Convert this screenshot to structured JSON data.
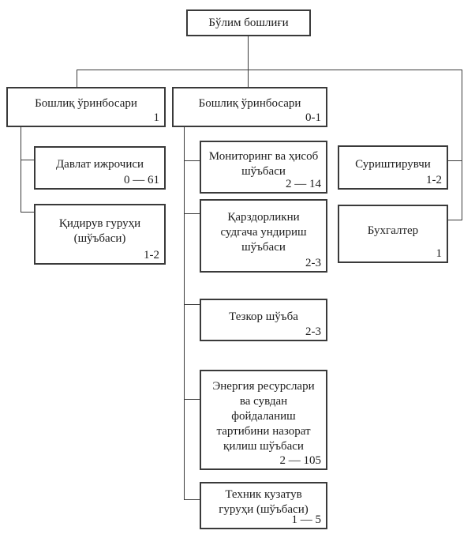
{
  "diagram": {
    "type": "org-chart",
    "background_color": "#ffffff",
    "line_color": "#3a3a3a",
    "nodes": [
      {
        "id": "top",
        "label": "Бўлим бошлиғи",
        "count": ""
      },
      {
        "id": "left-deputy",
        "label": "Бошлиқ ўринбосари",
        "count": "1"
      },
      {
        "id": "mid-deputy",
        "label": "Бошлиқ ўринбосари",
        "count": "0-1"
      },
      {
        "id": "davlat",
        "label": "Давлат ижрочиси",
        "count": "0 — 61"
      },
      {
        "id": "qidiruv",
        "label": "Қидирув гуруҳи (шўъбаси)",
        "count": "1-2"
      },
      {
        "id": "monitoring",
        "label": "Мониторинг ва ҳисоб шўъбаси",
        "count": "2 — 14"
      },
      {
        "id": "surishtiruvchi",
        "label": "Суриштирувчи",
        "count": "1-2"
      },
      {
        "id": "buxgalter",
        "label": "Бухгалтер",
        "count": "1"
      },
      {
        "id": "qarzdorlik",
        "label": "Қарздорликни судгача ундириш шўъбаси",
        "count": "2-3"
      },
      {
        "id": "tezkor",
        "label": "Тезкор шўъба",
        "count": "2-3"
      },
      {
        "id": "energiya",
        "label": "Энергия ресурслари ва сувдан фойдаланиш тартибини назорат қилиш шўъбаси",
        "count": "2 — 105"
      },
      {
        "id": "texnik",
        "label": "Техник кузатув гуруҳи (шўъбаси)",
        "count": "1 — 5"
      }
    ]
  }
}
